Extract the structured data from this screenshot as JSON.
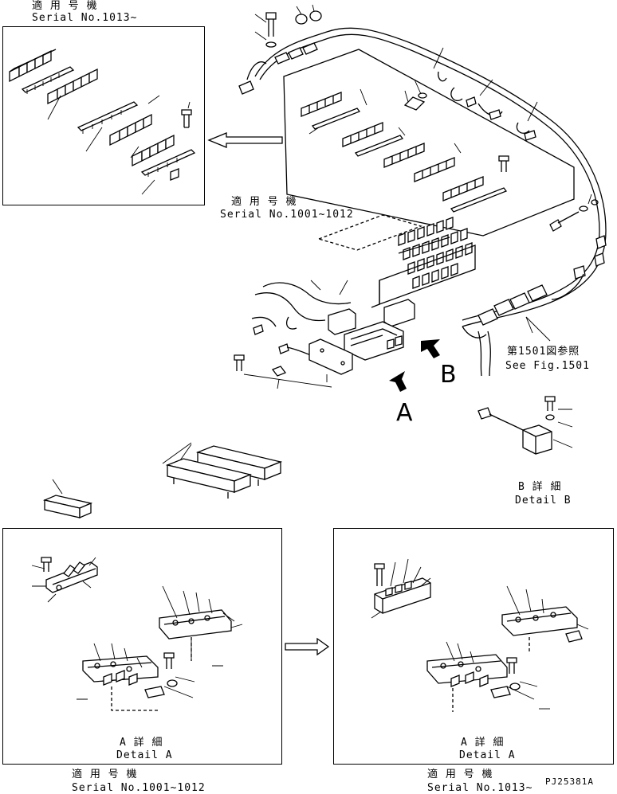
{
  "top_left_panel": {
    "applicability_label": "適 用 号 機",
    "serial_label": "Serial No.1013~"
  },
  "center_note": {
    "applicability_label": "適 用 号 機",
    "serial_label": "Serial No.1001~1012"
  },
  "reference_note": {
    "jp": "第1501図参照",
    "en": "See Fig.1501"
  },
  "view_markers": {
    "a": "A",
    "b": "B"
  },
  "detail_b": {
    "jp": "B 詳 細",
    "en": "Detail B"
  },
  "bottom_left_panel": {
    "detail_jp": "A 詳 細",
    "detail_en": "Detail A",
    "applicability_label": "適 用 号 機",
    "serial_label": "Serial No.1001~1012"
  },
  "bottom_right_panel": {
    "detail_jp": "A 詳 細",
    "detail_en": "Detail A",
    "applicability_label": "適 用 号 機",
    "serial_label": "Serial No.1013~"
  },
  "drawing_code": "PJ25381A"
}
